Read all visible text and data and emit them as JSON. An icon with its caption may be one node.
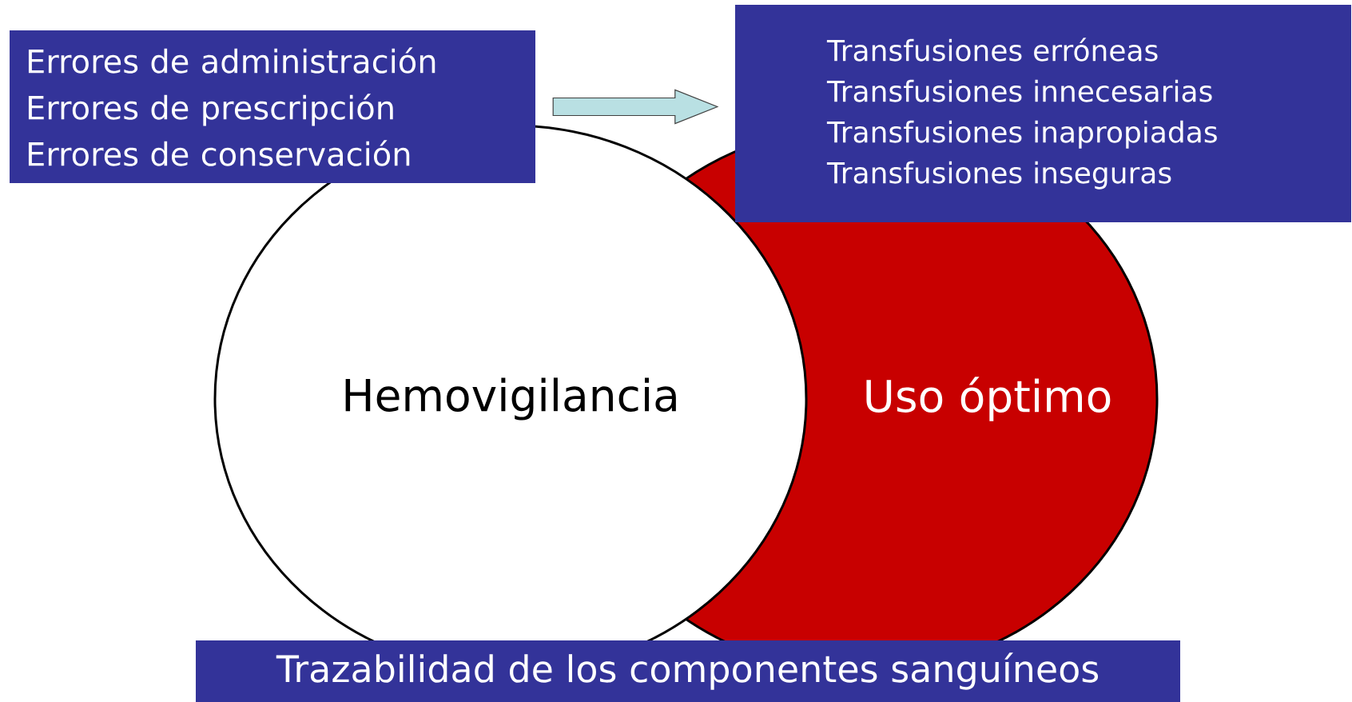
{
  "diagram": {
    "nodes": [
      {
        "text": [
          "Errores de administración",
          "Errores de prescripción",
          "Errores de conservación"
        ]
      },
      {
        "text": [
          "Transfusiones erróneas",
          "Transfusiones innecesarias",
          "Transfusiones inapropiadas",
          "Transfusiones inseguras"
        ]
      },
      {
        "text": [
          "Hemovigilancia"
        ]
      },
      {
        "text": [
          "Uso óptimo"
        ]
      },
      {
        "text": [
          "Trazabilidad de los componentes sanguíneos"
        ]
      }
    ],
    "edges": [
      {
        "from": 0,
        "to": 1,
        "arrow": "to"
      }
    ]
  }
}
